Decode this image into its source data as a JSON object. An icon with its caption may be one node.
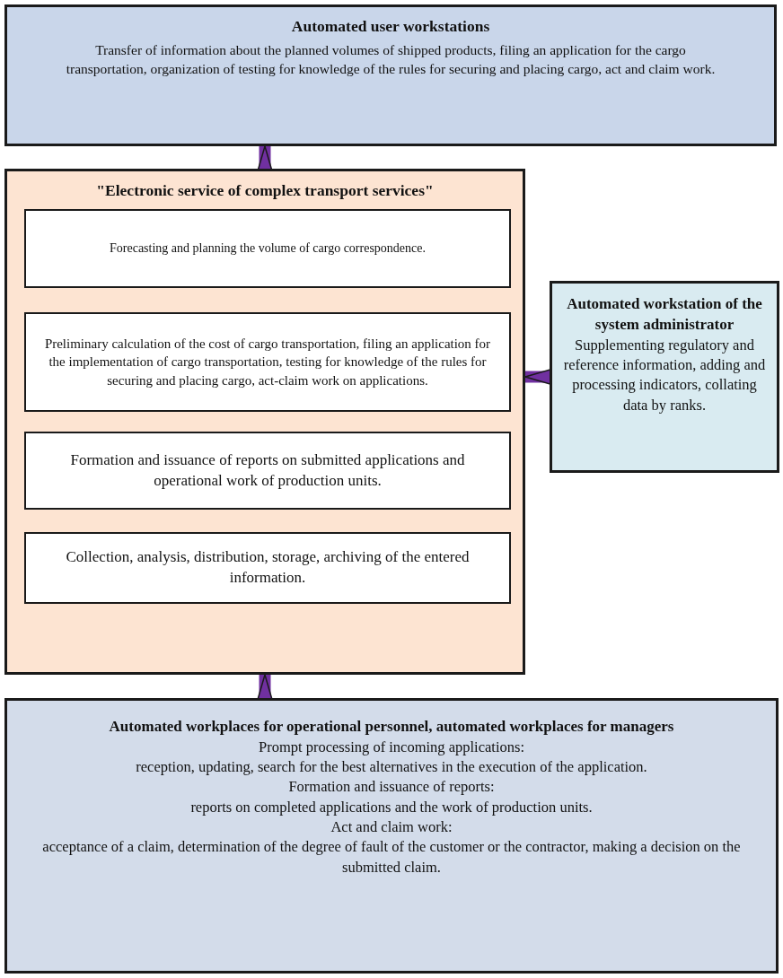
{
  "diagram": {
    "nodes": [
      {
        "text": [
          "Automated user workstations",
          "Transfer of information about the planned volumes of shipped products, filing an application for the cargo transportation, organization of testing for knowledge of the rules for securing and placing cargo, act and claim work."
        ]
      },
      {
        "text": [
          "\"Electronic service of complex transport services\""
        ]
      },
      {
        "text": [
          "Forecasting and planning the volume of cargo correspondence."
        ],
        "in": 1
      },
      {
        "text": [
          "Preliminary calculation of the cost of cargo transportation, filing an application for the implementation of cargo transportation, testing for knowledge of the rules for securing and placing cargo, act-claim work on applications."
        ],
        "in": 1
      },
      {
        "text": [
          "Formation and issuance of reports on submitted applications and operational work of production units."
        ],
        "in": 1
      },
      {
        "text": [
          "Collection, analysis, distribution, storage, archiving of the entered information."
        ],
        "in": 1
      },
      {
        "text": [
          "Automated workstation of the system administrator",
          "Supplementing regulatory and reference information, adding and processing indicators, collating data by ranks."
        ]
      },
      {
        "text": [
          "Automated workplaces for operational personnel, automated workplaces for managers",
          "Prompt processing of incoming applications:",
          "reception, updating, search for the best alternatives in the execution of the application.",
          "Formation and issuance of reports:",
          "reports on completed applications and the work of production units.",
          "Act and claim work:",
          "acceptance of a claim, determination of the degree of fault of the customer or the contractor, making a decision on the submitted claim."
        ]
      }
    ],
    "edges": [
      {
        "from": 1,
        "to": 0,
        "arrow": "to"
      },
      {
        "from": 6,
        "to": 1,
        "arrow": "to"
      },
      {
        "from": 7,
        "to": 1,
        "arrow": "to"
      }
    ]
  }
}
